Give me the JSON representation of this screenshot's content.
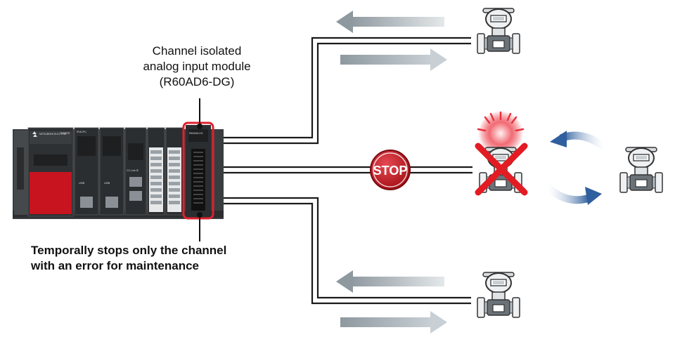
{
  "module_label": {
    "line1": "Channel isolated",
    "line2": "analog input module",
    "line3": "(R60AD6-DG)"
  },
  "note": {
    "line1": "Temporally stops only the channel",
    "line2": "with an error for maintenance"
  },
  "stop_sign": {
    "text": "STOP"
  },
  "plc": {
    "brand": "MITSUBISHI ELECTRIC",
    "power_label": "POWER",
    "cpu_label": "R04CPU",
    "module_model": "R60AD6-DG",
    "usb_label": "USB",
    "cc_link_label": "CC-Link IE"
  },
  "colors": {
    "cable": "#1a1a1a",
    "highlight": "#e0202e",
    "arrow_gray": "#a9b2b8",
    "cycle_blue": "#2f5f9e",
    "stop_red": "#c8101c",
    "cross_red": "#e31b23",
    "burst_red": "#e8323e"
  }
}
